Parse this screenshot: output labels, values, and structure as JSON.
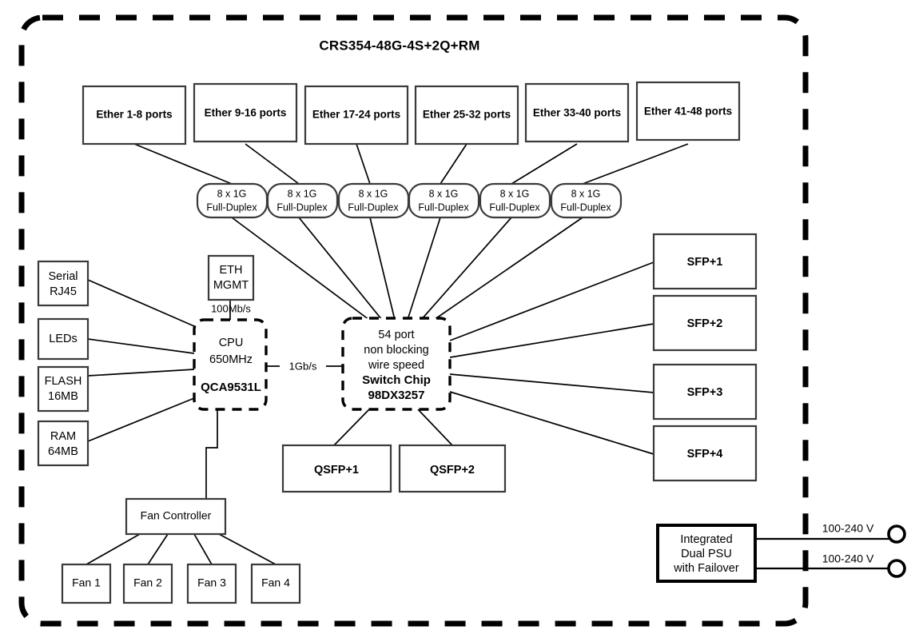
{
  "diagram": {
    "title": "CRS354-48G-4S+2Q+RM",
    "ether_ports": [
      {
        "label": "Ether 1-8 ports"
      },
      {
        "label": "Ether 9-16 ports"
      },
      {
        "label": "Ether 17-24 ports"
      },
      {
        "label": "Ether 25-32 ports"
      },
      {
        "label": "Ether 33-40 ports"
      },
      {
        "label": "Ether 41-48 ports"
      }
    ],
    "link_bubbles": [
      {
        "line1": "8 x 1G",
        "line2": "Full-Duplex"
      },
      {
        "line1": "8 x 1G",
        "line2": "Full-Duplex"
      },
      {
        "line1": "8 x 1G",
        "line2": "Full-Duplex"
      },
      {
        "line1": "8 x 1G",
        "line2": "Full-Duplex"
      },
      {
        "line1": "8 x 1G",
        "line2": "Full-Duplex"
      },
      {
        "line1": "8 x 1G",
        "line2": "Full-Duplex"
      }
    ],
    "peripherals": [
      {
        "line1": "Serial",
        "line2": "RJ45"
      },
      {
        "line1": "LEDs",
        "line2": ""
      },
      {
        "line1": "FLASH",
        "line2": "16MB"
      },
      {
        "line1": "RAM",
        "line2": "64MB"
      }
    ],
    "eth_mgmt": {
      "line1": "ETH",
      "line2": "MGMT",
      "speed": "100Mb/s"
    },
    "cpu": {
      "line1": "CPU",
      "line2": "650MHz",
      "line3": "QCA9531L"
    },
    "cpu_switch_link": "1Gb/s",
    "switch_chip": {
      "line1": "54 port",
      "line2": "non blocking",
      "line3": "wire speed",
      "line4": "Switch Chip",
      "line5": "98DX3257"
    },
    "sfp_ports": [
      {
        "label": "SFP+1"
      },
      {
        "label": "SFP+2"
      },
      {
        "label": "SFP+3"
      },
      {
        "label": "SFP+4"
      }
    ],
    "qsfp_ports": [
      {
        "label": "QSFP+1"
      },
      {
        "label": "QSFP+2"
      }
    ],
    "fan_controller": {
      "label": "Fan Controller"
    },
    "fans": [
      {
        "label": "Fan 1"
      },
      {
        "label": "Fan 2"
      },
      {
        "label": "Fan 3"
      },
      {
        "label": "Fan 4"
      }
    ],
    "psu": {
      "line1": "Integrated",
      "line2": "Dual PSU",
      "line3": "with Failover",
      "inputs": [
        {
          "label": "100-240 V"
        },
        {
          "label": "100-240 V"
        }
      ]
    },
    "colors": {
      "stroke": "#000000",
      "box_stroke": "#3a3a3a",
      "background": "#ffffff"
    }
  }
}
